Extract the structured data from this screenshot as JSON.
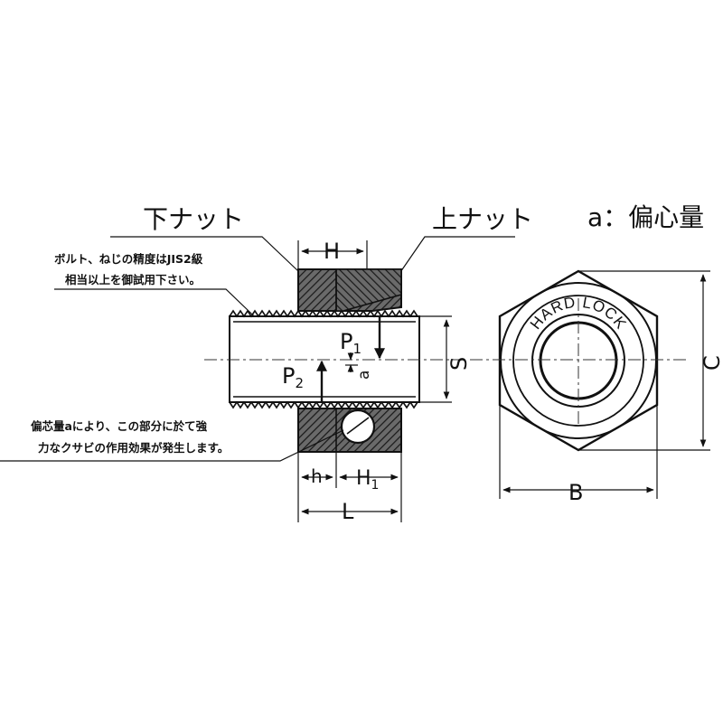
{
  "labels": {
    "lower_nut": "下ナット",
    "upper_nut": "上ナット",
    "eccentric": "a：偏心量"
  },
  "notes": {
    "bolt_line1": "ボルト、ねじの精度はJIS2級",
    "bolt_line2": "相当以上を御試用下さい。",
    "wedge_line1": "偏芯量aにより、この部分に於て強",
    "wedge_line2": "力なクサビの作用効果が発生します。"
  },
  "dimensions": {
    "H": "H",
    "S": "S",
    "C": "C",
    "B": "B",
    "L": "L",
    "h": "h",
    "H1_main": "H",
    "H1_sub": "1",
    "a": "a"
  },
  "forces": {
    "P1_main": "P",
    "P1_sub": "1",
    "P2_main": "P",
    "P2_sub": "2"
  },
  "ring_text": "HARD LOCK"
}
